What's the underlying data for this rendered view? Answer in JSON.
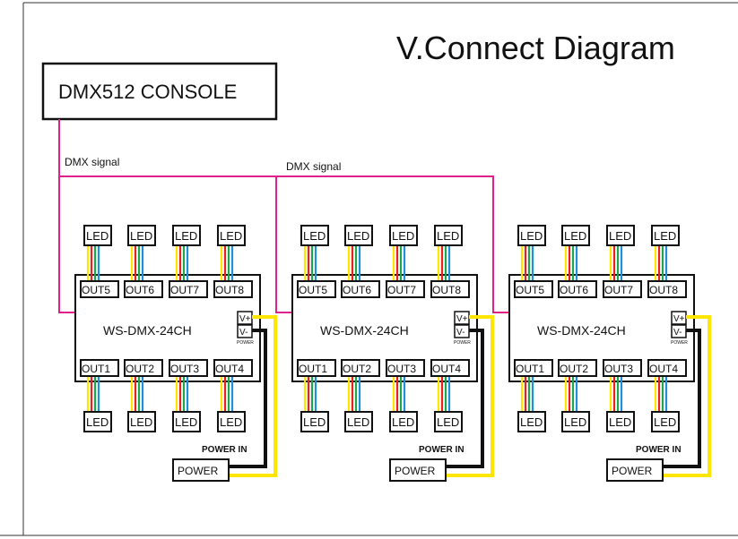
{
  "title": "V.Connect Diagram",
  "console": {
    "label": "DMX512 CONSOLE"
  },
  "signals": [
    "DMX  signal",
    "DMX  signal"
  ],
  "controllers": [
    {
      "name": "WS-DMX-24CH",
      "top_outputs": [
        "OUT5",
        "OUT6",
        "OUT7",
        "OUT8"
      ],
      "bottom_outputs": [
        "OUT1",
        "OUT2",
        "OUT3",
        "OUT4"
      ],
      "led_label": "LED",
      "vplus": "V+",
      "vminus": "V-",
      "power_tag": "POWER",
      "power_in": "POWER IN",
      "power_box": "POWER"
    },
    {
      "name": "WS-DMX-24CH",
      "top_outputs": [
        "OUT5",
        "OUT6",
        "OUT7",
        "OUT8"
      ],
      "bottom_outputs": [
        "OUT1",
        "OUT2",
        "OUT3",
        "OUT4"
      ],
      "led_label": "LED",
      "vplus": "V+",
      "vminus": "V-",
      "power_tag": "POWER",
      "power_in": "POWER IN",
      "power_box": "POWER"
    },
    {
      "name": "WS-DMX-24CH",
      "top_outputs": [
        "OUT5",
        "OUT6",
        "OUT7",
        "OUT8"
      ],
      "bottom_outputs": [
        "OUT1",
        "OUT2",
        "OUT3",
        "OUT4"
      ],
      "led_label": "LED",
      "vplus": "V+",
      "vminus": "V-",
      "power_tag": "POWER",
      "power_in": "POWER IN",
      "power_box": "POWER"
    }
  ],
  "colors": {
    "dmx_wire": "#e0218a",
    "wire_yellow": "#ffe600",
    "wire_red": "#e8201e",
    "wire_green": "#1aa84a",
    "wire_blue": "#1e8fd8",
    "power_positive": "#ffe600",
    "power_negative": "#111111"
  }
}
